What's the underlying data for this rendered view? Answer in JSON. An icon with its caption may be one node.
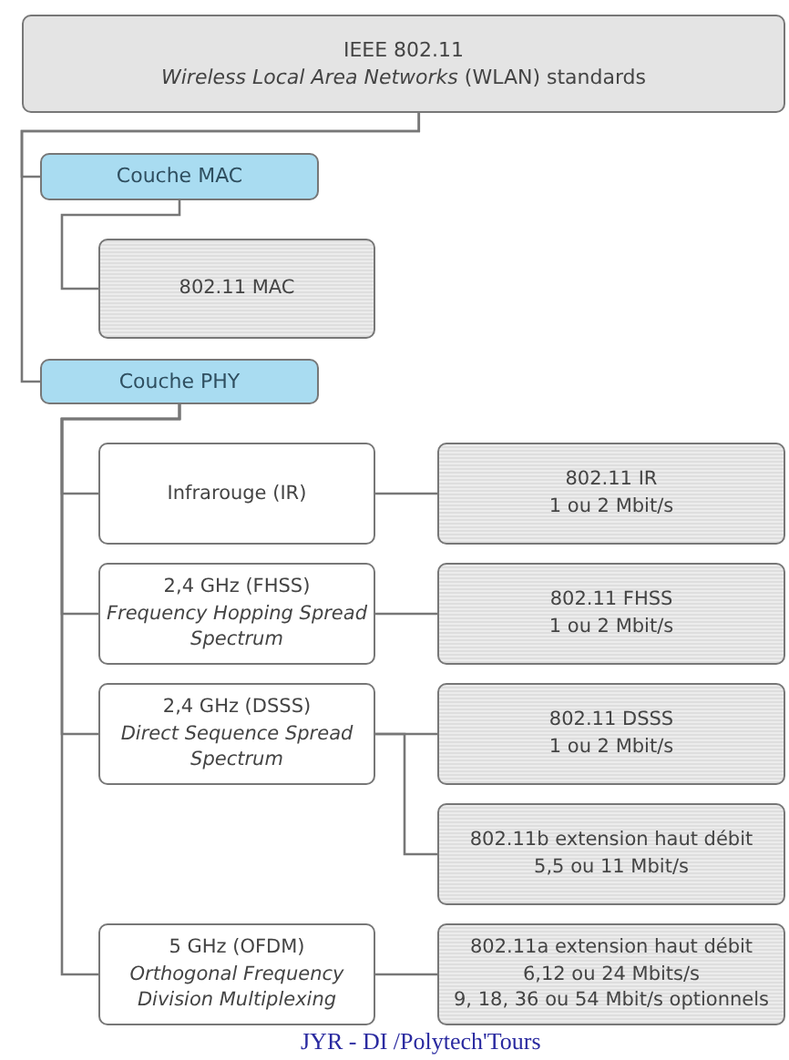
{
  "diagram": {
    "nodes": [
      {
        "text": [
          "IEEE 802.11",
          "*Wireless Local Area Networks* (WLAN) standards"
        ]
      },
      {
        "text": [
          "Couche MAC"
        ]
      },
      {
        "text": [
          "802.11 MAC"
        ]
      },
      {
        "text": [
          "Couche PHY"
        ]
      },
      {
        "text": [
          "Infrarouge (IR)"
        ]
      },
      {
        "text": [
          "802.11 IR",
          "1 ou 2 Mbit/s"
        ]
      },
      {
        "text": [
          "2,4 GHz (FHSS)",
          "Frequency Hopping Spread Spectrum"
        ]
      },
      {
        "text": [
          "802.11 FHSS",
          "1 ou 2 Mbit/s"
        ]
      },
      {
        "text": [
          "2,4 GHz (DSSS)",
          "Direct Sequence Spread Spectrum"
        ]
      },
      {
        "text": [
          "802.11 DSSS",
          "1 ou 2 Mbit/s"
        ]
      },
      {
        "text": [
          "802.11b extension haut débit",
          "5,5 ou 11 Mbit/s"
        ]
      },
      {
        "text": [
          "5 GHz (OFDM)",
          "Orthogonal Frequency Division Multiplexing"
        ]
      },
      {
        "text": [
          "802.11a extension haut débit",
          "6,12 ou 24 Mbits/s",
          "9, 18, 36 ou 54 Mbit/s optionnels"
        ]
      }
    ],
    "edges": [
      {
        "from": 0,
        "to": 1,
        "arrow": "none"
      },
      {
        "from": 0,
        "to": 3,
        "arrow": "none"
      },
      {
        "from": 1,
        "to": 2,
        "arrow": "none"
      },
      {
        "from": 3,
        "to": 4,
        "arrow": "none"
      },
      {
        "from": 3,
        "to": 6,
        "arrow": "none"
      },
      {
        "from": 3,
        "to": 8,
        "arrow": "none"
      },
      {
        "from": 3,
        "to": 11,
        "arrow": "none"
      },
      {
        "from": 4,
        "to": 5,
        "arrow": "none"
      },
      {
        "from": 6,
        "to": 7,
        "arrow": "none"
      },
      {
        "from": 8,
        "to": 9,
        "arrow": "none"
      },
      {
        "from": 8,
        "to": 10,
        "arrow": "none"
      },
      {
        "from": 11,
        "to": 12,
        "arrow": "none"
      }
    ],
    "labels": [
      "JYR - DI /Polytech'Tours"
    ]
  }
}
